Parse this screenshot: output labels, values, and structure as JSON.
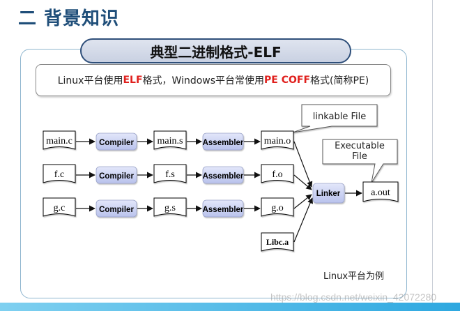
{
  "slide": {
    "heading": "二 背景知识",
    "title": "典型二进制格式-ELF",
    "note": {
      "p1": "Linux平台使用",
      "elf": "ELF",
      "p2": "格式，Windows平台常使用",
      "pecoff": "PE COFF",
      "p3": "格式(简称PE)"
    },
    "footnote": "Linux平台为例",
    "watermark": "https://blog.csdn.net/weixin_42072280"
  },
  "diagram": {
    "rows": [
      {
        "source": "main.c",
        "tool1": "Compiler",
        "asm": "main.s",
        "tool2": "Assembler",
        "object": "main.o"
      },
      {
        "source": "f.c",
        "tool1": "Compiler",
        "asm": "f.s",
        "tool2": "Assembler",
        "object": "f.o"
      },
      {
        "source": "g.c",
        "tool1": "Compiler",
        "asm": "g.s",
        "tool2": "Assembler",
        "object": "g.o"
      }
    ],
    "library": "Libc.a",
    "linker": "Linker",
    "output": "a.out",
    "callouts": {
      "linkable": "linkable File",
      "executable_line1": "Executable",
      "executable_line2": "File"
    }
  },
  "colors": {
    "heading": "#1f4e79",
    "highlight": "#e0201d",
    "tool_fill": "#c6cdf0",
    "title_border": "#2f4f7a",
    "panel_border": "#8fb6cf"
  }
}
